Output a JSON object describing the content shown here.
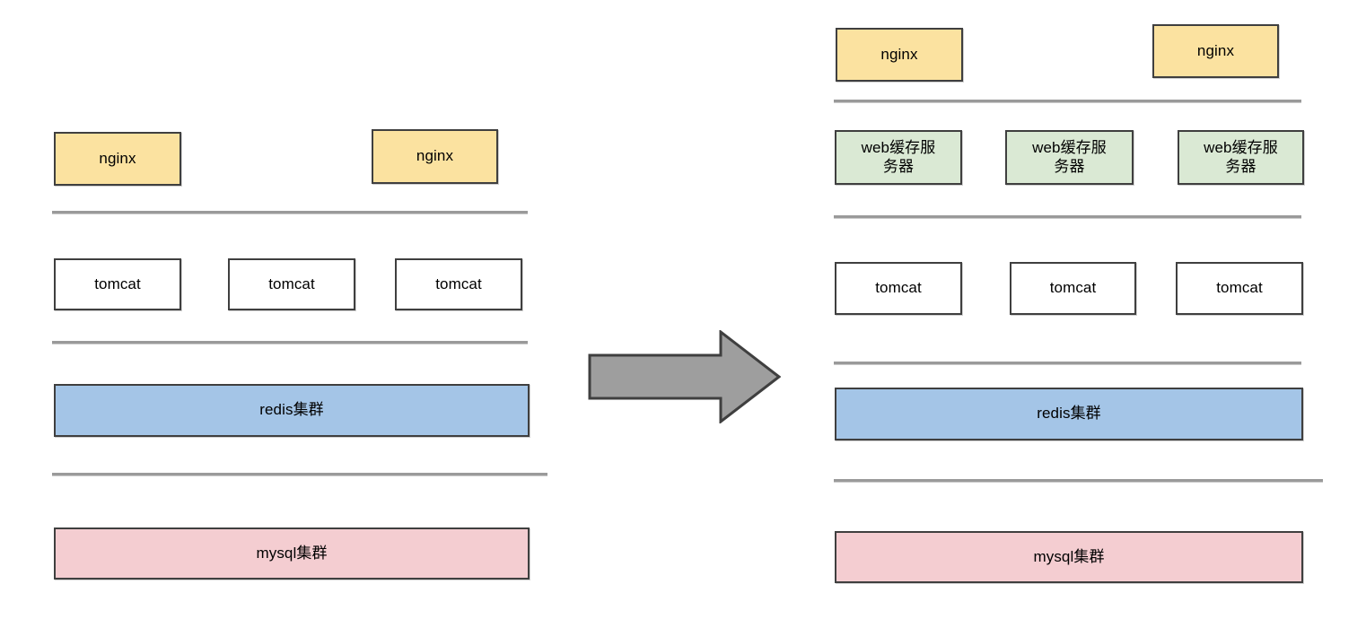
{
  "diagram": {
    "title": "architecture-evolution-comparison",
    "type": "layered-architecture-comparison",
    "colors": {
      "nginx": "#fbe2a0",
      "web_cache": "#dae9d4",
      "tomcat": "#ffffff",
      "redis": "#a4c5e7",
      "mysql": "#f4cdd1",
      "border": "#3f3f3f",
      "divider": "#9a9a9a",
      "arrow_fill": "#9e9e9e",
      "arrow_stroke": "#3f3f3f",
      "background": "#ffffff"
    },
    "transition_arrow": {
      "direction": "right",
      "name": "evolution-arrow"
    },
    "left": {
      "name": "before-architecture",
      "layers": [
        {
          "name": "load-balancer-layer",
          "nodes": [
            {
              "label": "nginx",
              "kind": "nginx"
            },
            {
              "label": "nginx",
              "kind": "nginx"
            }
          ]
        },
        {
          "name": "application-layer",
          "nodes": [
            {
              "label": "tomcat",
              "kind": "tomcat"
            },
            {
              "label": "tomcat",
              "kind": "tomcat"
            },
            {
              "label": "tomcat",
              "kind": "tomcat"
            }
          ]
        },
        {
          "name": "cache-layer",
          "nodes": [
            {
              "label": "redis集群",
              "kind": "redis"
            }
          ]
        },
        {
          "name": "database-layer",
          "nodes": [
            {
              "label": "mysql集群",
              "kind": "mysql"
            }
          ]
        }
      ]
    },
    "right": {
      "name": "after-architecture",
      "layers": [
        {
          "name": "load-balancer-layer",
          "nodes": [
            {
              "label": "nginx",
              "kind": "nginx"
            },
            {
              "label": "nginx",
              "kind": "nginx"
            }
          ]
        },
        {
          "name": "web-cache-layer",
          "nodes": [
            {
              "label": "web缓存服\n务器",
              "kind": "web_cache"
            },
            {
              "label": "web缓存服\n务器",
              "kind": "web_cache"
            },
            {
              "label": "web缓存服\n务器",
              "kind": "web_cache"
            }
          ]
        },
        {
          "name": "application-layer",
          "nodes": [
            {
              "label": "tomcat",
              "kind": "tomcat"
            },
            {
              "label": "tomcat",
              "kind": "tomcat"
            },
            {
              "label": "tomcat",
              "kind": "tomcat"
            }
          ]
        },
        {
          "name": "cache-layer",
          "nodes": [
            {
              "label": "redis集群",
              "kind": "redis"
            }
          ]
        },
        {
          "name": "database-layer",
          "nodes": [
            {
              "label": "mysql集群",
              "kind": "mysql"
            }
          ]
        }
      ]
    }
  }
}
